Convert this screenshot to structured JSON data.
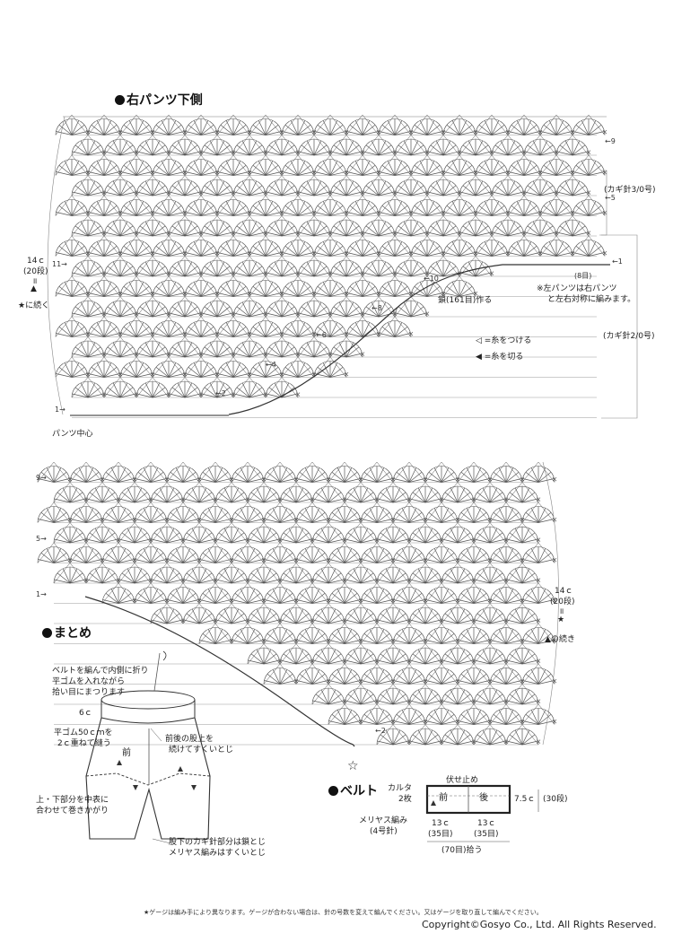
{
  "sections": {
    "right_lower": "右パンツ下側",
    "finishing": "まとめ",
    "belt": "ベルト"
  },
  "right_lower": {
    "side_top": "14ｃ",
    "side_rows": "(20段)",
    "side_eq": "॥",
    "side_mark": "▲",
    "side_cont": "★に続く",
    "row_11": "11→",
    "row_1": "1→",
    "pants_center": "パンツ中心",
    "right_rows": [
      "←9",
      "←5",
      "←1"
    ],
    "hook_upper": "(カギ針3/0号)",
    "hook_lower": "(カギ針2/0号)",
    "eight_st": "(8目)",
    "note1": "※左パンツは右パンツ",
    "note2": "と左右対称に編みます。",
    "chain": "鎖(161目)作る",
    "legend_attach": "◁ =糸をつける",
    "legend_cut": "◀ =糸を切る",
    "dec": [
      "←10",
      "←8",
      "←6",
      "←4",
      "←2"
    ]
  },
  "upper_chart": {
    "rows": [
      "9→",
      "5→",
      "1→"
    ],
    "side_top": "14ｃ",
    "side_rows": "(20段)",
    "side_eq": "॥",
    "side_star": "★",
    "side_cont": "▲の続き",
    "dec2": "←2",
    "star_bottom": "☆"
  },
  "finishing": {
    "t1": "ベルトを編んで内側に折り",
    "t2": "平ゴムを入れながら",
    "t3": "拾い目にまつります",
    "six_c": "6ｃ",
    "t4": "平ゴム50ｃｍを",
    "t5": "2ｃ重ねて縫う",
    "front": "前",
    "t6": "前後の股上を",
    "t7": "続けてすくいとじ",
    "t8": "上・下部分を中表に",
    "t9": "合わせて巻きかがり",
    "t10": "股下のカギ針部分は鎖とじ",
    "t11": "メリヤス編みはすくいとじ"
  },
  "belt": {
    "karuta": "カルタ",
    "two_pieces": "2枚",
    "bind_off": "伏せ止め",
    "front": "前",
    "back": "後",
    "height": "7.5ｃ",
    "height_rows": "(30段)",
    "stockinette": "メリヤス編み",
    "needle": "(4号針)",
    "w1": "13ｃ",
    "w1s": "(35目)",
    "w2": "13ｃ",
    "w2s": "(35目)",
    "pickup": "(70目)拾う"
  },
  "footer": {
    "note": "★ゲージは編み手により異なります。ゲージが合わない場合は、針の号数を変えて編んでください。又はゲージを取り直して編んでください。",
    "copyright": "Copyright©Gosyo Co., Ltd. All Rights Reserved."
  }
}
